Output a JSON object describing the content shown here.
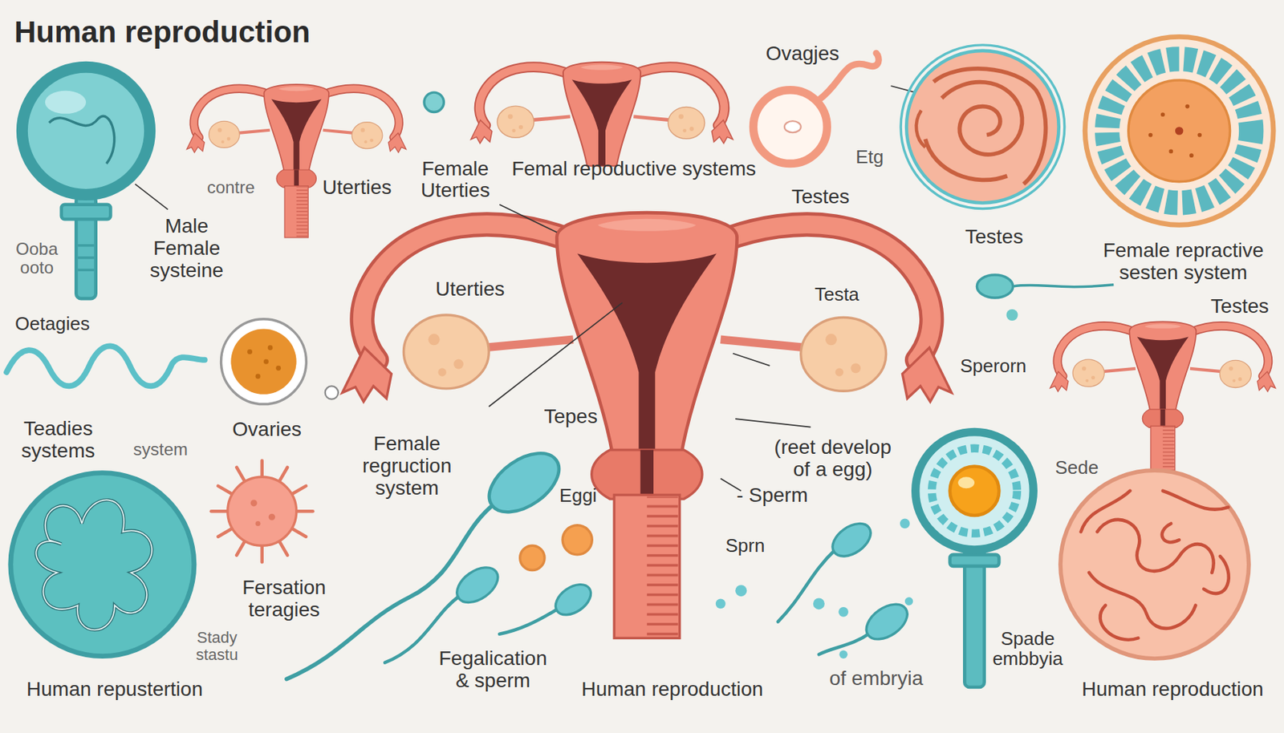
{
  "diagram": {
    "title": "Human reproduction",
    "labels": [
      "Ovagjes",
      "contre",
      "Uterties",
      "Female Uterties",
      "Femal repoductive systems",
      "Etg",
      "Testes",
      "Ooba ooto",
      "Male Female systeine",
      "Testes",
      "Female repractive sesten system",
      "Uterties",
      "Testa",
      "Testes",
      "Oetagies",
      "Sperorn",
      "Teadies systems",
      "system",
      "Ovaries",
      "Tepes",
      "Female regruction system",
      "(reet develop of a egg)",
      "Sede",
      "Eggi",
      "- Sperm",
      "Sprn",
      "Fersation teragies",
      "Stady stastu",
      "Fegalication & sperm",
      "Spade embbyia",
      "of embryia",
      "Human repustertion",
      "Human reproduction",
      "Human reproduction"
    ]
  }
}
